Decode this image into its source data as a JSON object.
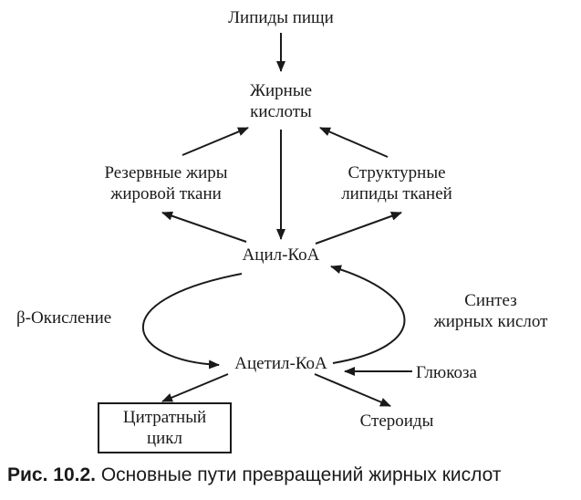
{
  "diagram": {
    "nodes": {
      "dietary_lipids": "Липиды пищи",
      "fatty_acids": [
        "Жирные",
        "кислоты"
      ],
      "reserve_fats": [
        "Резервные жиры",
        "жировой ткани"
      ],
      "structural_lipids": [
        "Структурные",
        "липиды тканей"
      ],
      "acyl_coa": "Ацил-КоА",
      "beta_oxidation": "β-Окисление",
      "fatty_acid_synthesis": [
        "Синтез",
        "жирных кислот"
      ],
      "acetyl_coa": "Ацетил-КоА",
      "glucose": "Глюкоза",
      "citric_cycle": [
        "Цитратный",
        "цикл"
      ],
      "steroids": "Стероиды"
    }
  },
  "caption": {
    "label": "Рис. 10.2.",
    "text": "Основные пути превращений жирных кислот"
  }
}
